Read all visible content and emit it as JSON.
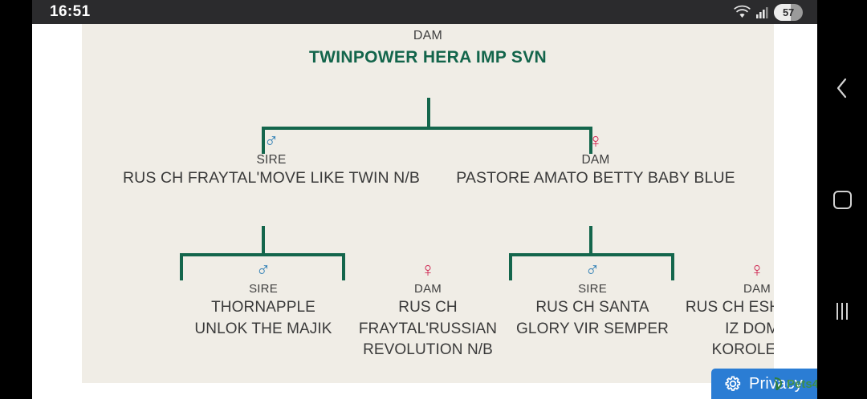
{
  "status_bar": {
    "clock": "16:51",
    "icons": [
      "wifi-icon",
      "cellular-signal-icon"
    ],
    "battery_percent": "57"
  },
  "pedigree": {
    "background_color": "#f0ede6",
    "line_color": "#14664c",
    "male_color": "#2f7fb5",
    "female_color": "#cf2b55",
    "root_name_color": "#13654b",
    "root": {
      "role": "DAM",
      "name": "TWINPOWER HERA IMP SVN",
      "gender_symbol": ""
    },
    "level2": [
      {
        "role": "SIRE",
        "name": "RUS CH FRAYTAL'MOVE LIKE TWIN N/B",
        "gender": "male",
        "gender_symbol": "♂"
      },
      {
        "role": "DAM",
        "name": "PASTORE AMATO BETTY BABY BLUE",
        "gender": "female",
        "gender_symbol": "♀"
      }
    ],
    "level3": [
      {
        "role": "SIRE",
        "name": "THORNAPPLE UNLOK THE MAJIK",
        "gender": "male",
        "gender_symbol": "♂"
      },
      {
        "role": "DAM",
        "name": "RUS CH FRAYTAL'RUSSIAN REVOLUTION N/B",
        "gender": "female",
        "gender_symbol": "♀"
      },
      {
        "role": "SIRE",
        "name": "RUS CH SANTA GLORY VIR SEMPER",
        "gender": "male",
        "gender_symbol": "♂"
      },
      {
        "role": "DAM",
        "name": "RUS CH ESHRI TAP IZ DOMA KOROLEVOI",
        "gender": "female",
        "gender_symbol": "♀"
      }
    ]
  },
  "privacy_widget": {
    "label": "Privacy",
    "icon": "gear-icon",
    "background_color": "#2b7dd4"
  },
  "watermark": {
    "text": "Pets4Homes",
    "color": "#3f8f3f"
  },
  "nav_bar": {
    "back": "back-chevron-icon",
    "home": "home-square-icon",
    "recents": "recents-bars-icon"
  }
}
